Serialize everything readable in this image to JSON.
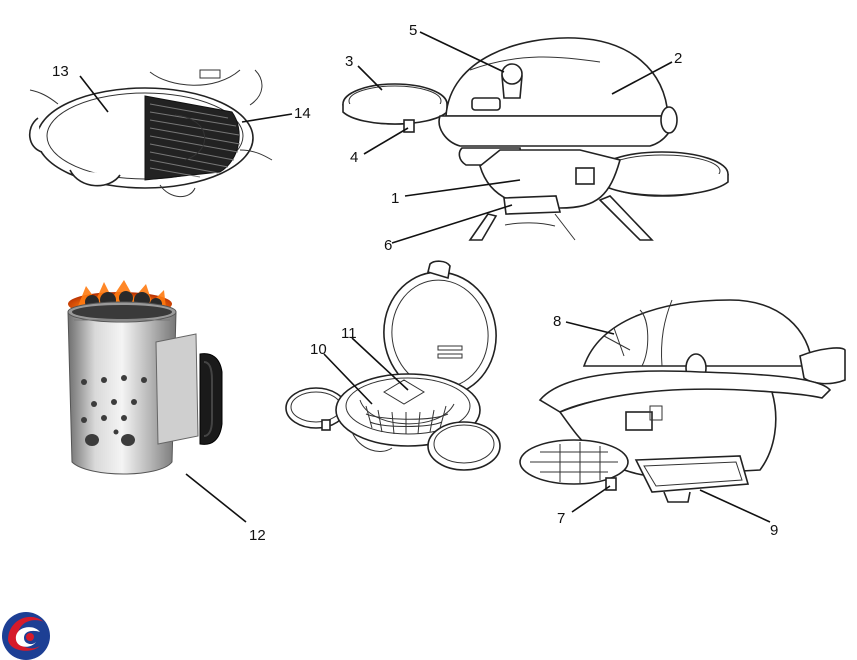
{
  "callouts": {
    "c1": "1",
    "c2": "2",
    "c3": "3",
    "c4": "4",
    "c5": "5",
    "c6": "6",
    "c7": "7",
    "c8": "8",
    "c9": "9",
    "c10": "10",
    "c11": "11",
    "c12": "12",
    "c13": "13",
    "c14": "14"
  },
  "colors": {
    "line": "#111111",
    "metal_light": "#d7d7d7",
    "metal_dark": "#8a8a8a",
    "flame": "#ff7a10",
    "logo_red": "#d61a2a",
    "logo_blue": "#1d3f94"
  },
  "icons": [
    "chimney-starter-photo",
    "brand-logo-icon"
  ]
}
